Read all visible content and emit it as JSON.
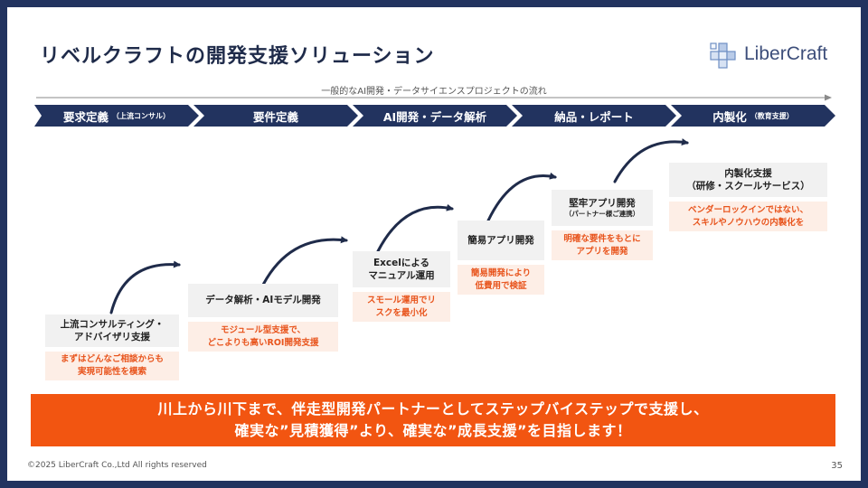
{
  "title": "リベルクラフトの開発支援ソリューション",
  "logo": {
    "text": "LiberCraft",
    "icon": "cube-cluster-icon"
  },
  "flow_label": "一般的なAI開発・データサイエンスプロジェクトの流れ",
  "phases": [
    {
      "label": "要求定義",
      "sub": "（上流コンサル）"
    },
    {
      "label": "要件定義",
      "sub": ""
    },
    {
      "label": "AI開発・データ解析",
      "sub": ""
    },
    {
      "label": "納品・レポート",
      "sub": ""
    },
    {
      "label": "内製化",
      "sub": "（教育支援）"
    }
  ],
  "steps": [
    {
      "title_lines": [
        "上流コンサルティング・",
        "アドバイザリ支援"
      ],
      "sub": "",
      "desc_lines": [
        "まずはどんなご相談からも",
        "実現可能性を模索"
      ]
    },
    {
      "title_lines": [
        "データ解析・AIモデル開発"
      ],
      "sub": "",
      "desc_lines": [
        "モジュール型支援で、",
        "どこよりも高いROI開発支援"
      ]
    },
    {
      "title_lines": [
        "Excelによる",
        "マニュアル運用"
      ],
      "sub": "",
      "desc_lines": [
        "スモール運用でリ",
        "スクを最小化"
      ]
    },
    {
      "title_lines": [
        "簡易アプリ開発"
      ],
      "sub": "",
      "desc_lines": [
        "簡易開発により",
        "低費用で検証"
      ]
    },
    {
      "title_lines": [
        "堅牢アプリ開発"
      ],
      "sub": "（パートナー様ご連携）",
      "desc_lines": [
        "明確な要件をもとに",
        "アプリを開発"
      ]
    },
    {
      "title_lines": [
        "内製化支援",
        "（研修・スクールサービス）"
      ],
      "sub": "",
      "desc_lines": [
        "ベンダーロックインではない、",
        "スキルやノウハウの内製化を"
      ]
    }
  ],
  "banner_lines": [
    "川上から川下まで、伴走型開発パートナーとしてステップバイステップで支援し、",
    "確実な”見積獲得”より、確実な”成長支援”を目指します！"
  ],
  "copyright": "©2025 LiberCraft Co.,Ltd All rights reserved",
  "page_number": "35",
  "colors": {
    "navy": "#22335f",
    "orange": "#f25511",
    "orange_text": "#e8541c",
    "desc_bg": "#fdeee6",
    "head_bg": "#f1f1f1"
  }
}
